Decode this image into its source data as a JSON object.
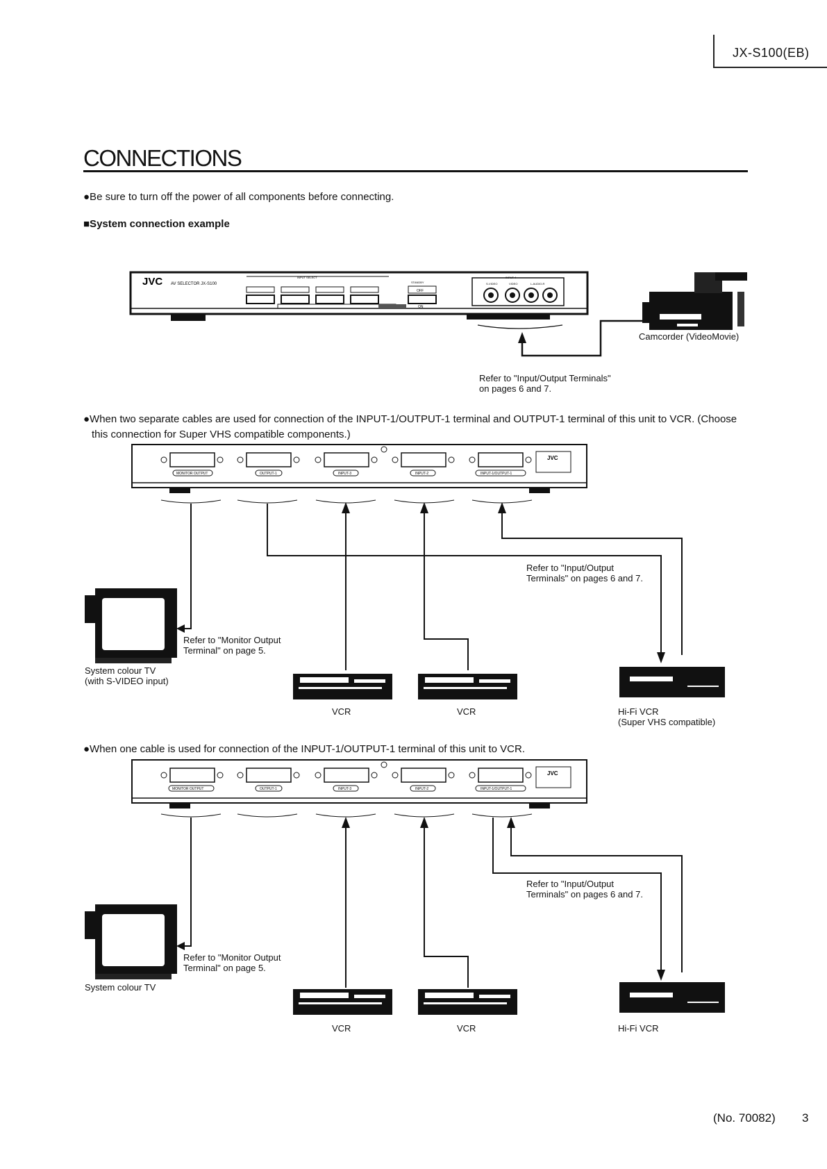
{
  "header": {
    "model": "JX-S100(EB)"
  },
  "title": "CONNECTIONS",
  "intro_note": "●Be sure to turn off the power of all components before connecting.",
  "section_title": "■System connection example",
  "diagram1": {
    "brand": "JVC",
    "model_label": "AV SELECTOR JX-S100",
    "panel_labels": {
      "input_select": "INPUT SELECT",
      "standby": "STANDBY",
      "input4": "INPUT 4",
      "svideo": "S-VIDEO",
      "video": "VIDEO",
      "audio": "L-AUDIO-R",
      "off": "OFF",
      "on": "ON"
    },
    "camcorder_label": "Camcorder (VideoMovie)",
    "ref_line1": "Refer to \"Input/Output Terminals\"",
    "ref_line2": "on pages 6 and 7."
  },
  "para2_line1": "●When two separate cables are used for connection of the INPUT-1/OUTPUT-1 terminal and OUTPUT-1 terminal of this unit to VCR. (Choose",
  "para2_line2": "this connection for Super VHS compatible components.)",
  "rear_panel": {
    "brand": "JVC",
    "terminals": [
      "MONITOR OUTPUT",
      "OUTPUT-1",
      "INPUT-3",
      "INPUT-2",
      "INPUT-1/OUTPUT-1"
    ]
  },
  "diagram2": {
    "ref_io_line1": "Refer to \"Input/Output",
    "ref_io_line2": "Terminals\" on pages 6 and 7.",
    "ref_mon_line1": "Refer to \"Monitor Output",
    "ref_mon_line2": "Terminal\" on page 5.",
    "tv_line1": "System colour TV",
    "tv_line2": "(with S-VIDEO input)",
    "vcr1": "VCR",
    "vcr2": "VCR",
    "hifi_line1": "Hi-Fi VCR",
    "hifi_line2": "(Super VHS compatible)"
  },
  "para3": "●When one cable is used for connection of the INPUT-1/OUTPUT-1 terminal of this unit to VCR.",
  "diagram3": {
    "ref_io_line1": "Refer to \"Input/Output",
    "ref_io_line2": "Terminals\" on pages 6 and 7.",
    "ref_mon_line1": "Refer to \"Monitor Output",
    "ref_mon_line2": "Terminal\" on page 5.",
    "tv_line1": "System colour TV",
    "vcr1": "VCR",
    "vcr2": "VCR",
    "hifi_line1": "Hi-Fi VCR"
  },
  "footer": {
    "doc_no": "(No. 70082)",
    "page": "3"
  }
}
